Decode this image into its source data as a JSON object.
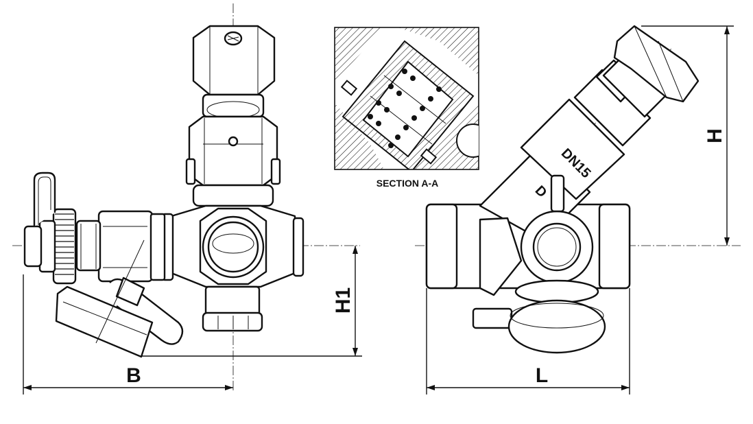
{
  "drawing": {
    "section_label": "SECTION A-A",
    "body_marking": "DN15",
    "body_marking_partial": "D",
    "dimensions": {
      "b": "B",
      "h1": "H1",
      "l": "L",
      "h": "H"
    }
  },
  "colors": {
    "line": "#111111",
    "background": "#ffffff"
  }
}
